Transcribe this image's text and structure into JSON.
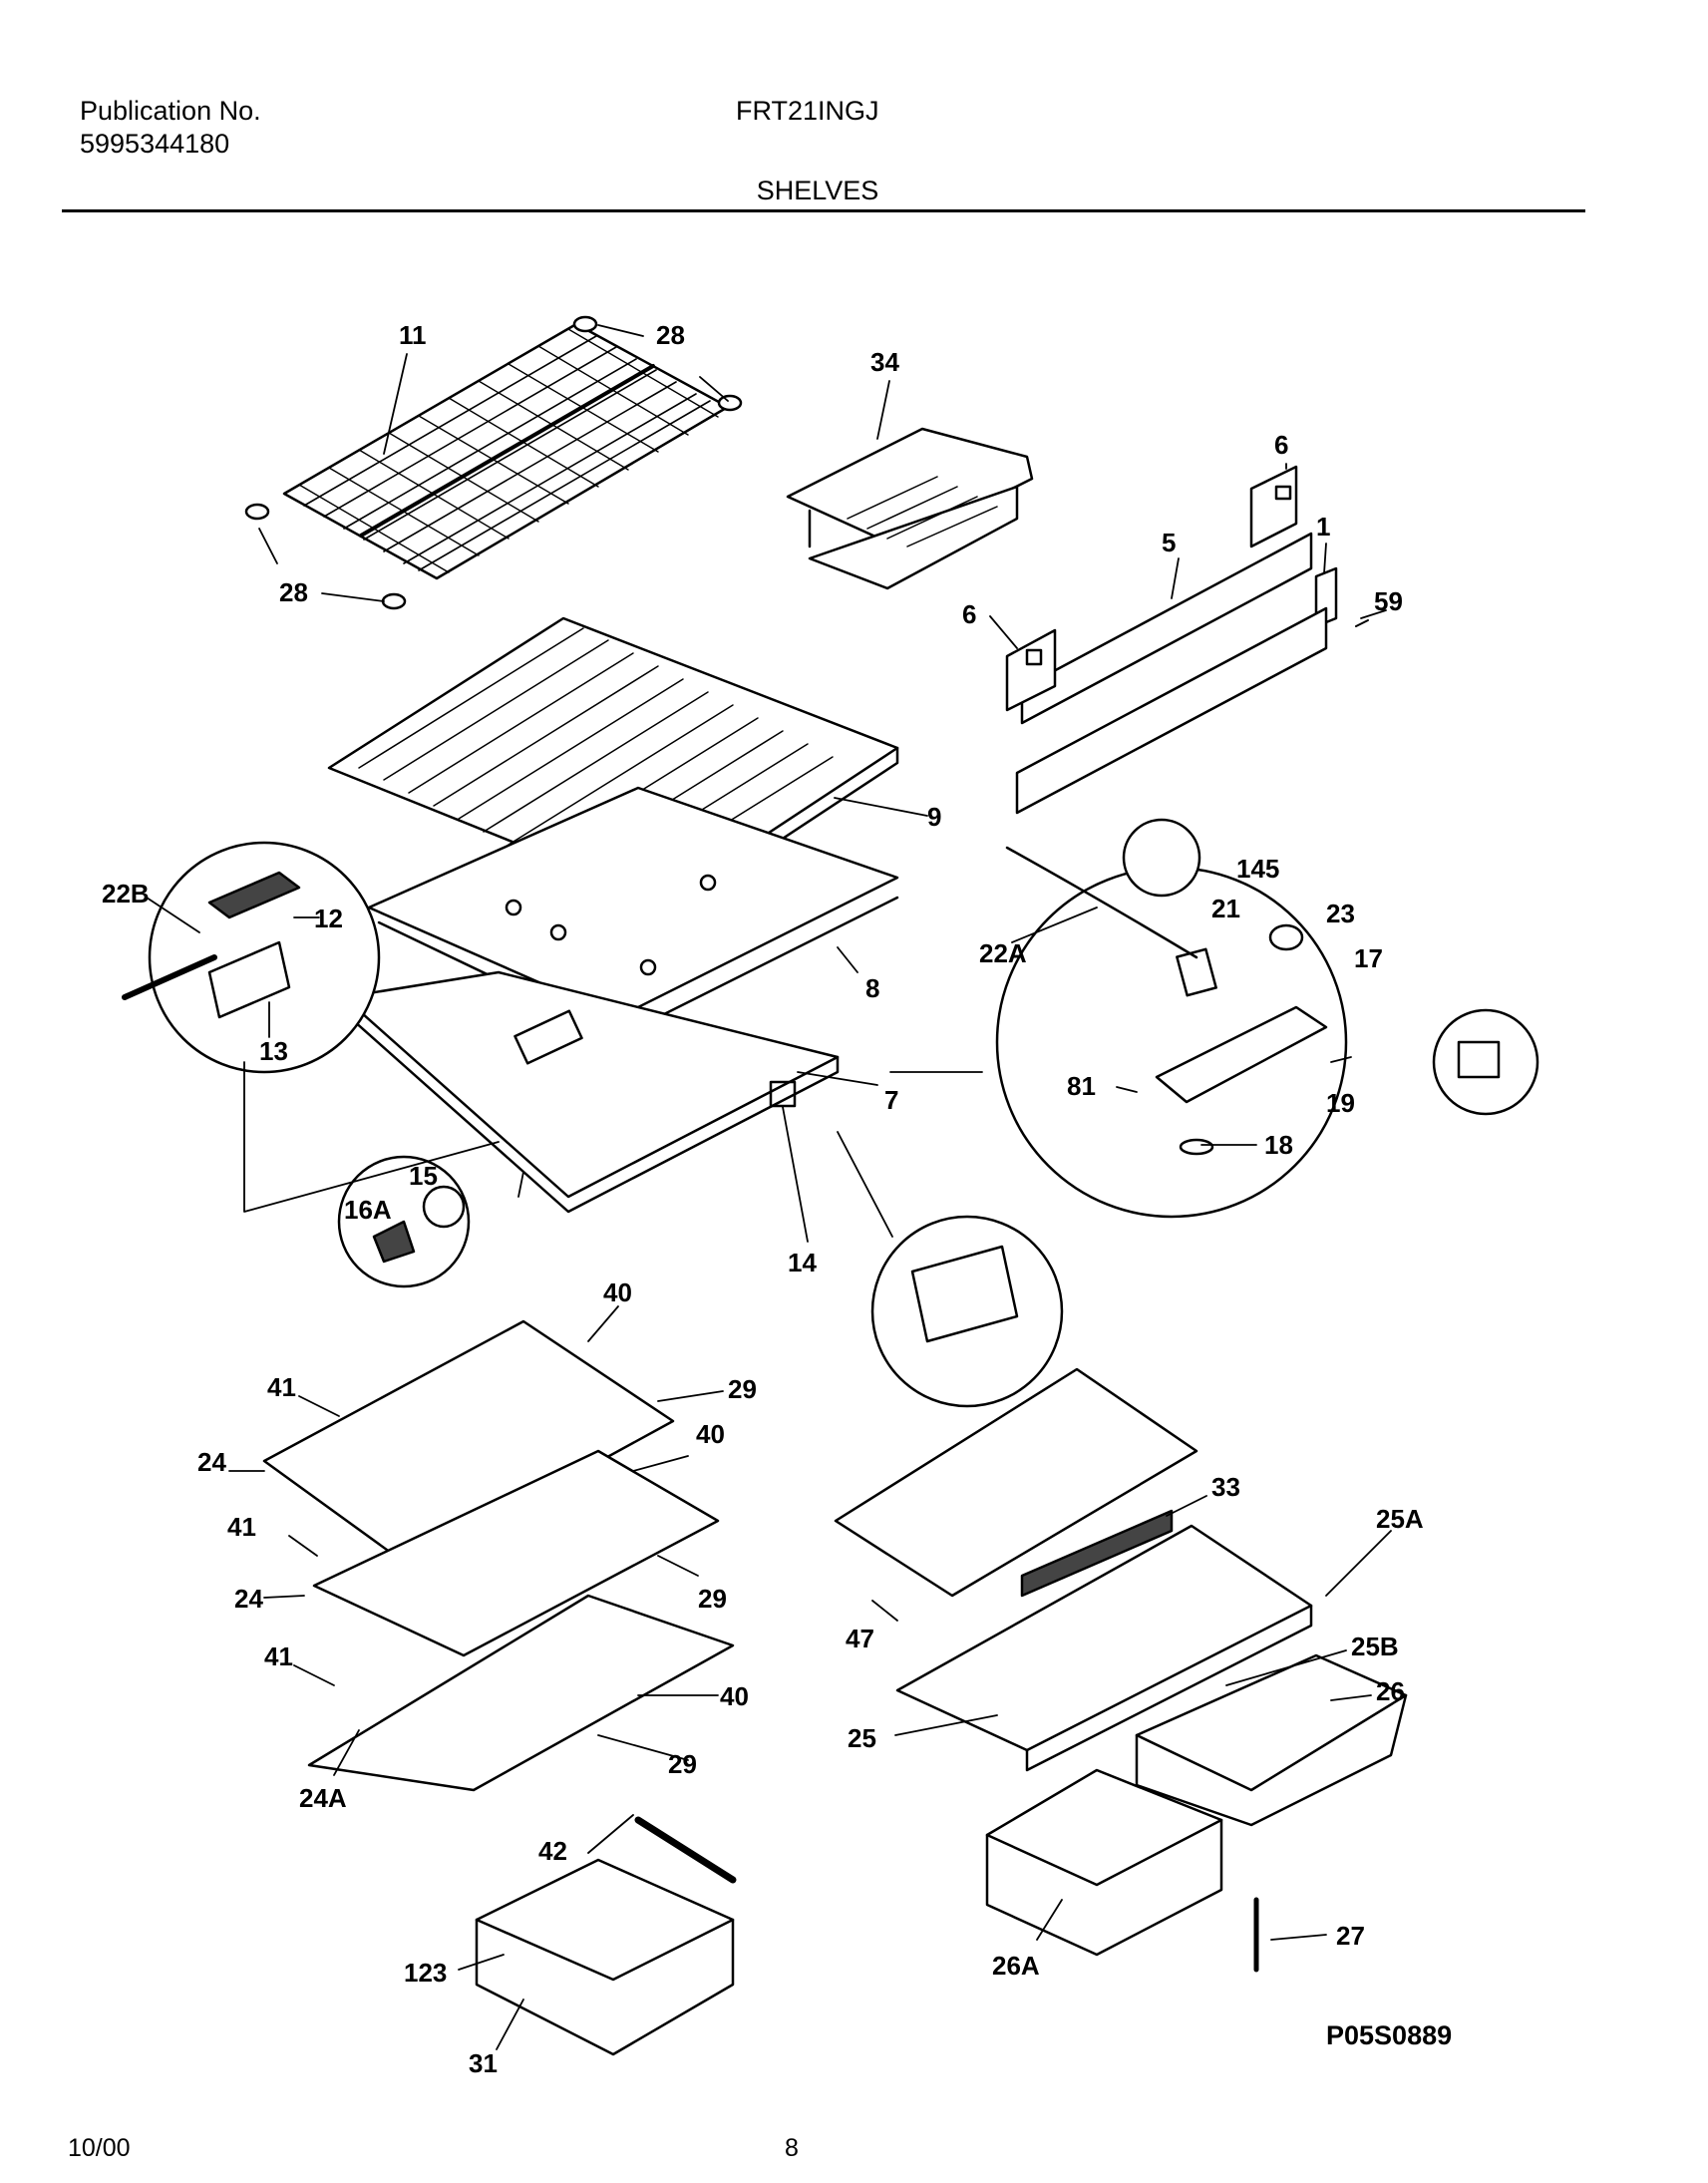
{
  "header": {
    "publication_label": "Publication No.",
    "publication_number": "5995344180",
    "model": "FRT21INGJ",
    "section_title": "SHELVES"
  },
  "diagram": {
    "labels": {
      "l11": "11",
      "l28a": "28",
      "l28b": "28",
      "l34": "34",
      "l6a": "6",
      "l6b": "6",
      "l5": "5",
      "l1": "1",
      "l59": "59",
      "l9": "9",
      "l22B": "22B",
      "l12": "12",
      "l13": "13",
      "l8": "8",
      "l145": "145",
      "l21": "21",
      "l23": "23",
      "l17": "17",
      "l22A": "22A",
      "l7": "7",
      "l81": "81",
      "l19": "19",
      "l18": "18",
      "l15": "15",
      "l16A": "16A",
      "l14": "14",
      "l40a": "40",
      "l29a": "29",
      "l41a": "41",
      "l24a": "24",
      "l40b": "40",
      "l41b": "41",
      "l24b": "24",
      "l29b": "29",
      "l41c": "41",
      "l40c": "40",
      "l29c": "29",
      "l24A": "24A",
      "l33": "33",
      "l25A": "25A",
      "l47": "47",
      "l25B": "25B",
      "l26": "26",
      "l25": "25",
      "l42": "42",
      "l123": "123",
      "l31": "31",
      "l26A": "26A",
      "l27": "27"
    },
    "figure_code": "P05S0889"
  },
  "footer": {
    "date": "10/00",
    "page": "8"
  }
}
